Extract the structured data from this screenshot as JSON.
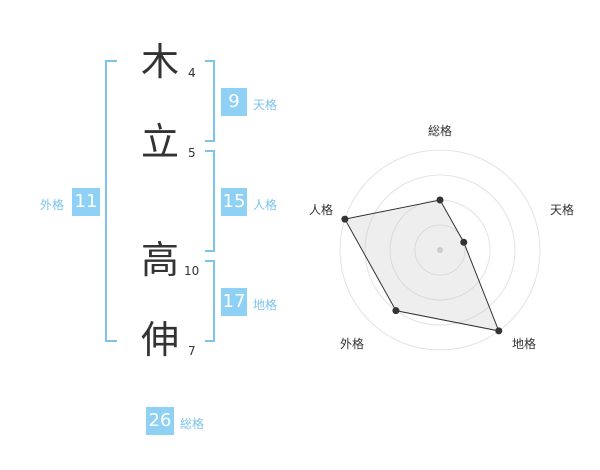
{
  "name_chars": [
    {
      "char": "木",
      "strokes": "4"
    },
    {
      "char": "立",
      "strokes": "5"
    },
    {
      "char": "高",
      "strokes": "10"
    },
    {
      "char": "伸",
      "strokes": "7"
    }
  ],
  "kaku": {
    "tenkaku": {
      "label": "天格",
      "value": "9"
    },
    "jinkaku": {
      "label": "人格",
      "value": "15"
    },
    "chikaku": {
      "label": "地格",
      "value": "17"
    },
    "gaikaku": {
      "label": "外格",
      "value": "11"
    },
    "soukaku": {
      "label": "総格",
      "value": "26"
    }
  },
  "colors": {
    "accent": "#8fd0f5",
    "bracket": "#7cc3ee",
    "text": "#333333"
  },
  "chart_data": {
    "type": "radar",
    "axes": [
      "総格",
      "天格",
      "地格",
      "外格",
      "人格"
    ],
    "levels": 4,
    "grid": true,
    "values": [
      2,
      1,
      4,
      3,
      4
    ],
    "max": 4
  }
}
